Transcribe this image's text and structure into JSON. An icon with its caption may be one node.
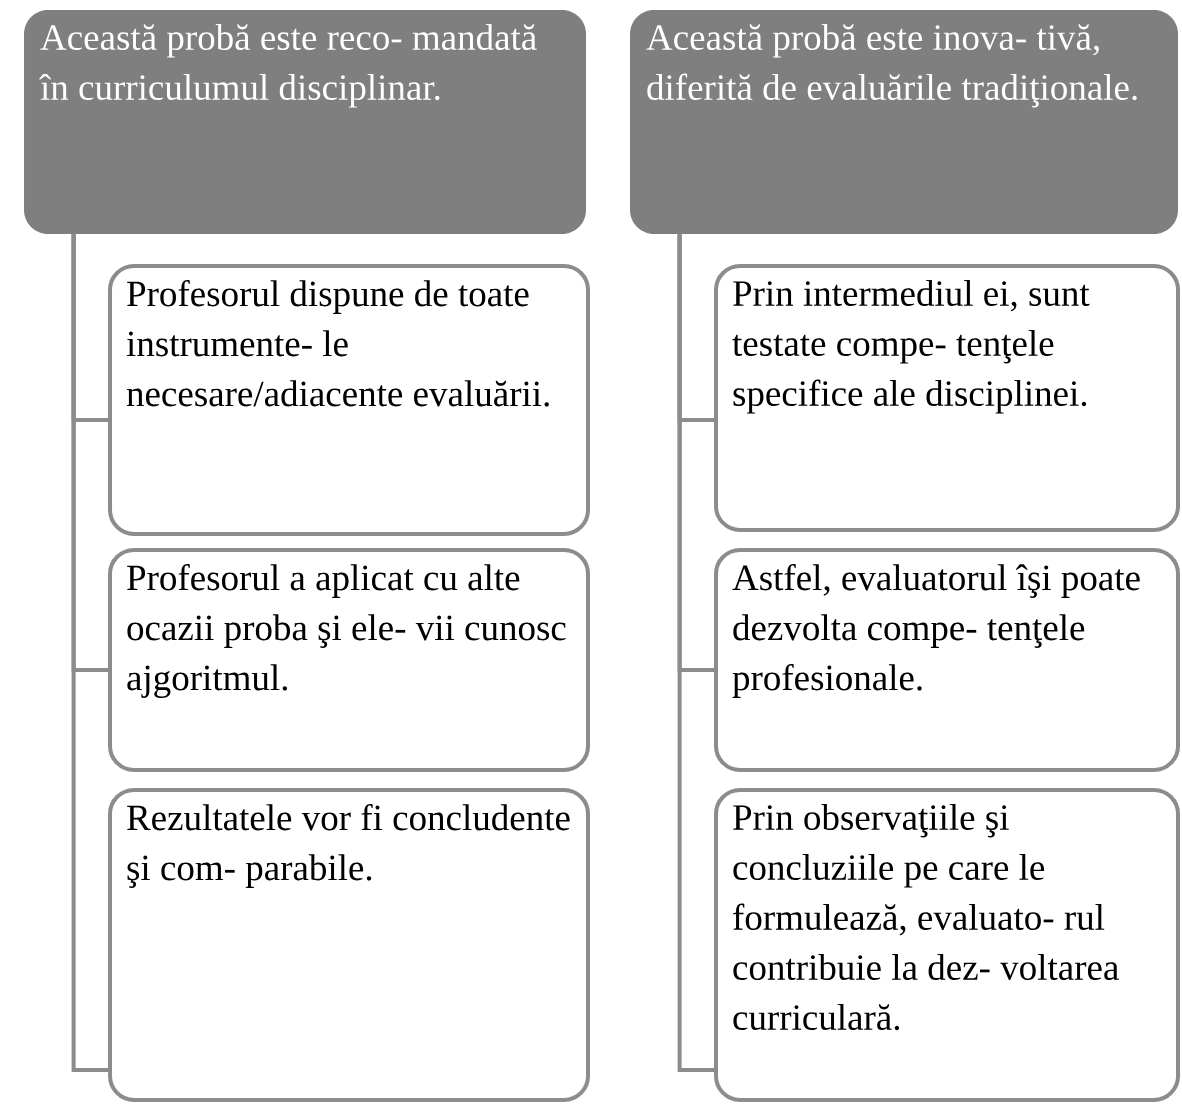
{
  "diagram": {
    "nodes": [
      {
        "text": [
          "Această probă este reco- mandată în curriculumul disciplinar."
        ]
      },
      {
        "text": [
          "Profesorul dispune de toate instrumente- le necesare/adiacente evaluării."
        ]
      },
      {
        "text": [
          "Profesorul a aplicat cu alte ocazii proba şi ele- vii cunosc ajgoritmul."
        ]
      },
      {
        "text": [
          "Rezultatele vor fi concludente şi com- parabile."
        ]
      },
      {
        "text": [
          "Această probă este inova- tivă, diferită de evaluările tradiţionale."
        ]
      },
      {
        "text": [
          "Prin intermediul ei, sunt testate compe- tenţele specifice ale disciplinei."
        ]
      },
      {
        "text": [
          "Astfel, evaluatorul îşi poate dezvolta compe- tenţele profesionale."
        ]
      },
      {
        "text": [
          "Prin observaţiile şi concluziile pe care le formulează, evaluato- rul contribuie la dez- voltarea curriculară."
        ]
      }
    ],
    "edges": [
      {
        "from": 0,
        "to": 1,
        "arrow": "none"
      },
      {
        "from": 0,
        "to": 2,
        "arrow": "none"
      },
      {
        "from": 0,
        "to": 3,
        "arrow": "none"
      },
      {
        "from": 4,
        "to": 5,
        "arrow": "none"
      },
      {
        "from": 4,
        "to": 6,
        "arrow": "none"
      },
      {
        "from": 4,
        "to": 7,
        "arrow": "none"
      }
    ]
  }
}
